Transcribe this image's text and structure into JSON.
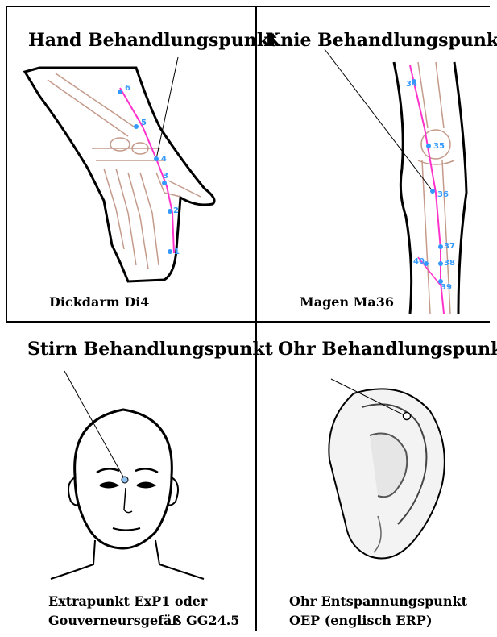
{
  "panels": {
    "hand": {
      "title": "Hand Behandlungspunkt",
      "caption": "Dickdarm Di4",
      "points": [
        "6",
        "5",
        "4",
        "3",
        "2",
        "1"
      ]
    },
    "knee": {
      "title": "Knie Behandlungspunkt",
      "caption": "Magen Ma36",
      "points": [
        "34",
        "35",
        "36",
        "37",
        "38",
        "39",
        "40"
      ]
    },
    "forehead": {
      "title": "Stirn Behandlungspunkt",
      "caption_line1": "Extrapunkt ExP1      oder",
      "caption_line2": "Gouverneursgefäß GG24.5"
    },
    "ear": {
      "title": "Ohr Behandlungspunkt",
      "caption_line1": "Ohr Entspannungspunkt",
      "caption_line2": "OEP  (englisch ERP)"
    }
  },
  "colors": {
    "meridian": "#ff33cc",
    "point": "#3399ff",
    "bone": "#c49a8a"
  }
}
